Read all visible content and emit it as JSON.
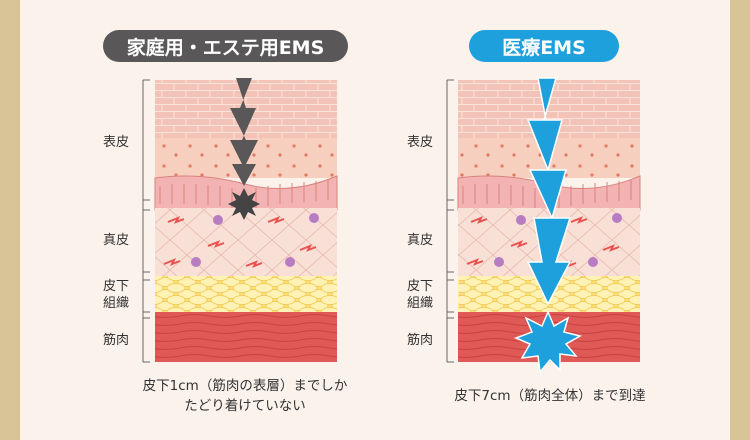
{
  "left_panel": {
    "title": "家庭用・エステ用EMS",
    "labels": {
      "epidermis": "表皮",
      "dermis": "真皮",
      "subcutaneous_line1": "皮下",
      "subcutaneous_line2": "組織",
      "muscle": "筋肉"
    },
    "caption_line1": "皮下1cm（筋肉の表層）までしか",
    "caption_line2": "たどり着けていない"
  },
  "right_panel": {
    "title": "医療EMS",
    "labels": {
      "epidermis": "表皮",
      "dermis": "真皮",
      "subcutaneous_line1": "皮下",
      "subcutaneous_line2": "組織",
      "muscle": "筋肉"
    },
    "caption": "皮下7cm（筋肉全体）まで到達"
  },
  "colors": {
    "home_ems_accent": "#595757",
    "medical_ems_accent": "#1ea0dc",
    "background": "#fbf2ec",
    "frame": "#d9c497"
  }
}
